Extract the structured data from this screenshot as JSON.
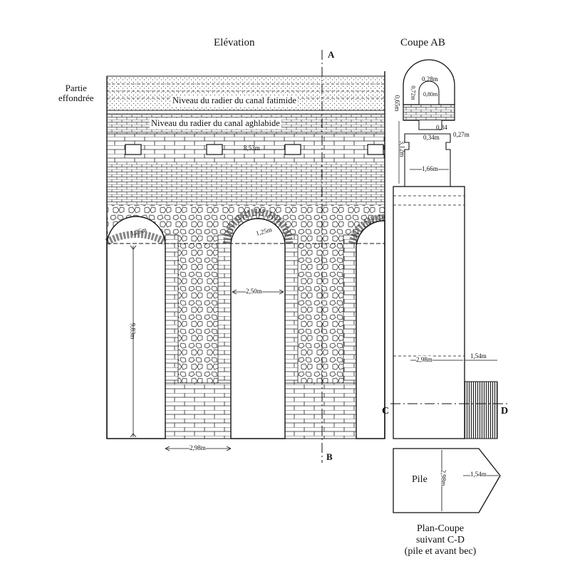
{
  "titles": {
    "elevation": "Elévation",
    "section_ab": "Coupe AB",
    "plan_section_line1": "Plan-Coupe",
    "plan_section_line2": "suivant C-D",
    "plan_section_line3": "(pile et avant bec)"
  },
  "section_markers": {
    "a": "A",
    "b": "B",
    "c": "C",
    "d": "D"
  },
  "annotations": {
    "collapsed_part_line1": "Partie",
    "collapsed_part_line2": "effondrée",
    "fatimid_level": "Niveau du radier du canal fatimide",
    "aghlabid_level": "Niveau du radier du canal aghlabide",
    "pier_label": "Pile"
  },
  "dimensions": {
    "top_opening": "3,53m",
    "arch_radius_left": "1,25m",
    "arch_radius_right": "1,25m",
    "arch_span": "2,50m",
    "arch_height": "9,83m",
    "pier_width_elevation": "2,98m",
    "channel_top": "0,28m",
    "channel_height": "0,72m",
    "channel_inner": "0,80m",
    "channel_total": "0,65m",
    "corbel_a": "0,34",
    "corbel_b": "0,34m",
    "corbel_c": "0,27m",
    "upper_height": "3,12m",
    "upper_width": "1,66m",
    "pier_width_section": "2,98m",
    "cutwater_length": "1,54m",
    "plan_width": "2,98m",
    "plan_cutwater": "1,54m"
  }
}
